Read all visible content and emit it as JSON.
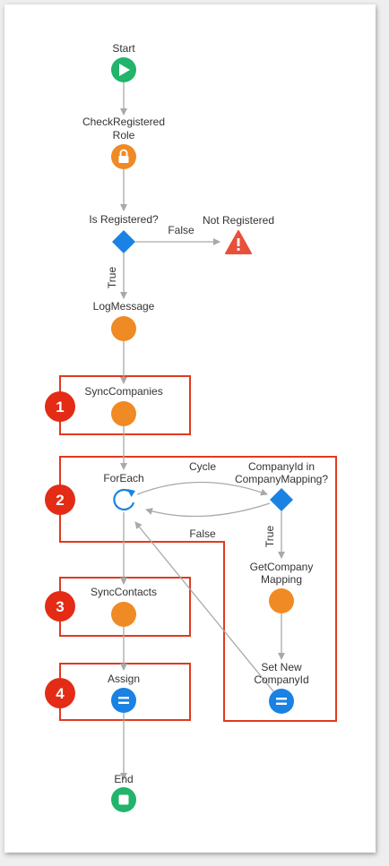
{
  "nodes": {
    "start": "Start",
    "check_line1": "CheckRegistered",
    "check_line2": "Role",
    "is_registered": "Is Registered?",
    "not_registered": "Not Registered",
    "log_message": "LogMessage",
    "sync_companies": "SyncCompanies",
    "for_each": "ForEach",
    "company_id_line1": "CompanyId in",
    "company_id_line2": "CompanyMapping?",
    "get_company_line1": "GetCompany",
    "get_company_line2": "Mapping",
    "set_new_line1": "Set New",
    "set_new_line2": "CompanyId",
    "sync_contacts": "SyncContacts",
    "assign": "Assign",
    "end": "End"
  },
  "edges": {
    "false_1": "False",
    "true_1": "True",
    "cycle": "Cycle",
    "false_2": "False",
    "true_2": "True"
  },
  "callouts": [
    "1",
    "2",
    "3",
    "4"
  ],
  "icons": {
    "start": "play-icon",
    "check": "lock-icon",
    "decision": "diamond-icon",
    "error": "warning-icon",
    "loop": "loop-icon",
    "assign": "equals-icon",
    "end": "stop-icon"
  },
  "colors": {
    "start_end": "#21b46b",
    "action": "#f08a24",
    "decision": "#1a82e2",
    "error": "#e8503a",
    "highlight": "#e03a1e",
    "callout": "#e32b15",
    "edge": "#a9a9a9"
  }
}
